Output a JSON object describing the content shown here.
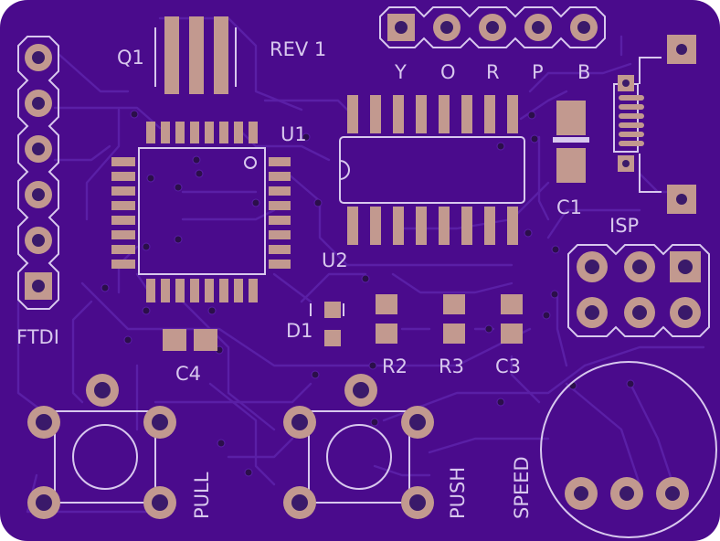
{
  "board": {
    "revision": "REV 1",
    "colors": {
      "board": "#4a0b8c",
      "trace": "#5a1fa6",
      "silkscreen": "#d8c8ee",
      "pad": "#c2998f",
      "background": "#ffffff"
    }
  },
  "labels": {
    "q1": "Q1",
    "u1": "U1",
    "u2": "U2",
    "c1": "C1",
    "c3": "C3",
    "c4": "C4",
    "d1": "D1",
    "r2": "R2",
    "r3": "R3",
    "isp": "ISP",
    "ftdi": "FTDI",
    "pull": "PULL",
    "push": "PUSH",
    "speed": "SPEED"
  },
  "header_pins": [
    "Y",
    "O",
    "R",
    "P",
    "B"
  ]
}
